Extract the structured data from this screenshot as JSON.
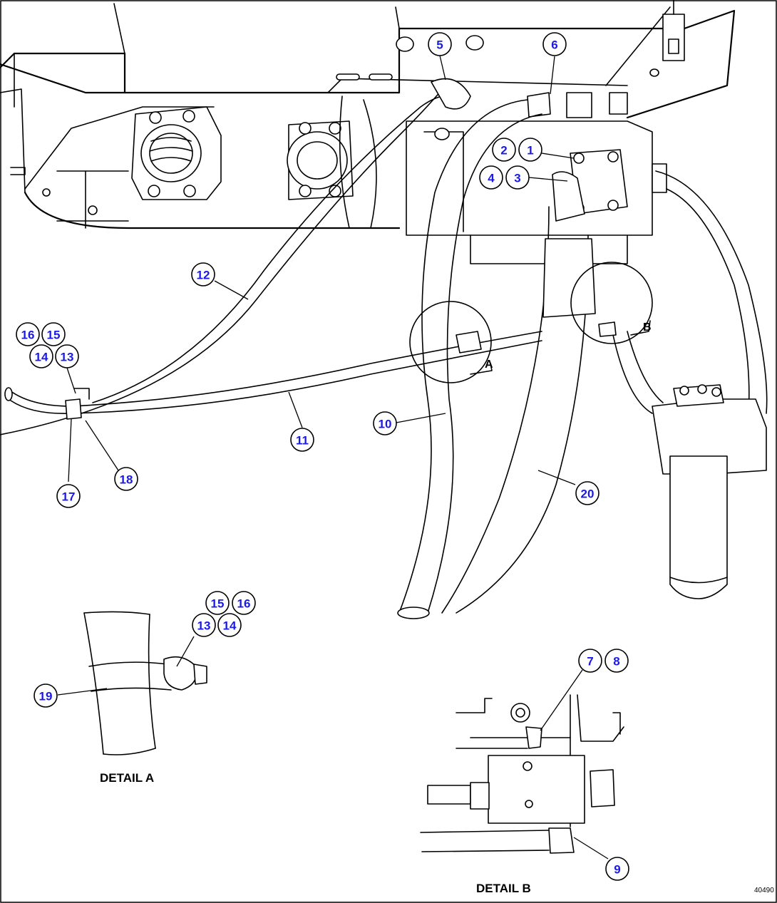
{
  "callouts": {
    "c1": "1",
    "c2": "2",
    "c3": "3",
    "c4": "4",
    "c5": "5",
    "c6": "6",
    "c7": "7",
    "c8": "8",
    "c9": "9",
    "c10": "10",
    "c11": "11",
    "c12": "12",
    "c13a": "13",
    "c14a": "14",
    "c15a": "15",
    "c16a": "16",
    "c13b": "13",
    "c14b": "14",
    "c15b": "15",
    "c16b": "16",
    "c17": "17",
    "c18": "18",
    "c19": "19",
    "c20": "20"
  },
  "detail_markers": {
    "a": "A",
    "b": "B"
  },
  "labels": {
    "detail_a": "DETAIL A",
    "detail_b": "DETAIL B"
  },
  "figure_id": "40490"
}
